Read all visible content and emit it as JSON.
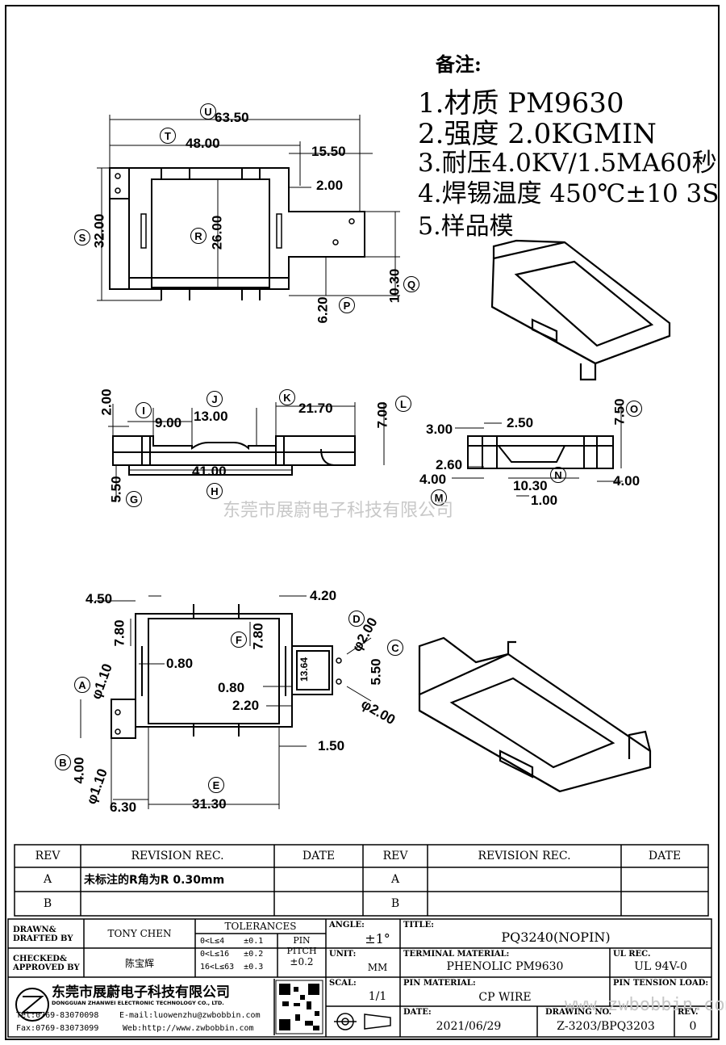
{
  "notes": {
    "heading": "备注:",
    "items": [
      "1.材质 PM9630",
      "2.强度 2.0KGMIN",
      "3.耐压4.0KV/1.5MA60秒",
      "4.焊锡温度 450℃±10 3S",
      "5.样品模"
    ]
  },
  "dimensions": {
    "d63_50": "63.50",
    "d48_00": "48.00",
    "d15_50": "15.50",
    "d2_00a": "2.00",
    "d32_00": "32.00",
    "d26_00": "26.00",
    "d10_30a": "10.30",
    "d6_20": "6.20",
    "d2_00b": "2.00",
    "d9_00": "9.00",
    "d13_00": "13.00",
    "d21_70": "21.70",
    "d7_00": "7.00",
    "d41_00": "41.00",
    "d5_50a": "5.50",
    "d3_00": "3.00",
    "d2_50": "2.50",
    "d7_50": "7.50",
    "d2_60": "2.60",
    "d4_00a": "4.00",
    "d10_30b": "10.30",
    "d1_00": "1.00",
    "d4_00b": "4.00",
    "d4_50": "4.50",
    "d4_20": "4.20",
    "d7_80a": "7.80",
    "d0_80a": "0.80",
    "d7_80b": "7.80",
    "d2_00c": "φ2.00",
    "d1_10a": "φ1.10",
    "d13_64": "13.64",
    "d5_50b": "5.50",
    "d0_80b": "0.80",
    "d2_20": "2.20",
    "d2_00d": "φ2.00",
    "d1_50": "1.50",
    "d4_00c": "4.00",
    "d1_10b": "φ1.10",
    "d6_30": "6.30",
    "d31_30": "31.30"
  },
  "labels": [
    "U",
    "T",
    "S",
    "R",
    "Q",
    "P",
    "I",
    "J",
    "K",
    "L",
    "G",
    "H",
    "O",
    "N",
    "M",
    "D",
    "F",
    "C",
    "A",
    "B",
    "E"
  ],
  "watermark": "东莞市展蔚电子科技有限公司",
  "watermark_url": "www.zwbobbin.com",
  "revision_table": {
    "headers": [
      "REV",
      "REVISION REC.",
      "DATE",
      "REV",
      "REVISION REC.",
      "DATE"
    ],
    "rows": [
      {
        "rev": "A",
        "rec": "未标注的R角为R 0.30mm",
        "date": "",
        "rev2": "A",
        "rec2": "",
        "date2": ""
      },
      {
        "rev": "B",
        "rec": "",
        "date": "",
        "rev2": "B",
        "rec2": "",
        "date2": ""
      }
    ]
  },
  "title_block": {
    "drawn_label": "DRAWN&\nDRAFTED BY",
    "drawn_value": "TONY CHEN",
    "checked_label": "CHECKED&\nAPPROVED BY",
    "checked_value": "陈宝辉",
    "tolerances_label": "TOLERANCES",
    "tol_rows": [
      "0<L≤4    ±0.1",
      "0<L≤16   ±0.2",
      "16<L≤63  ±0.3"
    ],
    "pin_pitch_label": "PIN PITCH",
    "pin_pitch_value": "±0.2",
    "angle_label": "ANGLE:",
    "angle_value": "±1°",
    "unit_label": "UNIT:",
    "unit_value": "MM",
    "scal_label": "SCAL:",
    "scal_value": "1/1",
    "title_label": "TITLE:",
    "title_value": "PQ3240(NOPIN)",
    "terminal_label": "TERMINAL MATERIAL:",
    "terminal_value": "PHENOLIC PM9630",
    "ul_label": "UL REC.",
    "ul_value": "UL 94V-0",
    "pin_material_label": "PIN MATERIAL:",
    "pin_material_value": "CP WIRE",
    "pin_tension_label": "PIN TENSION LOAD:",
    "date_label": "DATE:",
    "date_value": "2021/06/29",
    "drawing_label": "DRAWING NO.",
    "drawing_value": "Z-3203/BPQ3203",
    "rev_label": "REV.",
    "rev_value": "0",
    "company_cn": "东莞市展蔚电子科技有限公司",
    "company_en": "DONGGUAN ZHANWEI ELECTRONIC TECHNOLOGY CO., LTD.",
    "tel": "Tel:0769-83070098",
    "email": "E-mail:luowenzhu@zwbobbin.com",
    "fax": "Fax:0769-83073099",
    "web": "Web:http://www.zwbobbin.com"
  }
}
